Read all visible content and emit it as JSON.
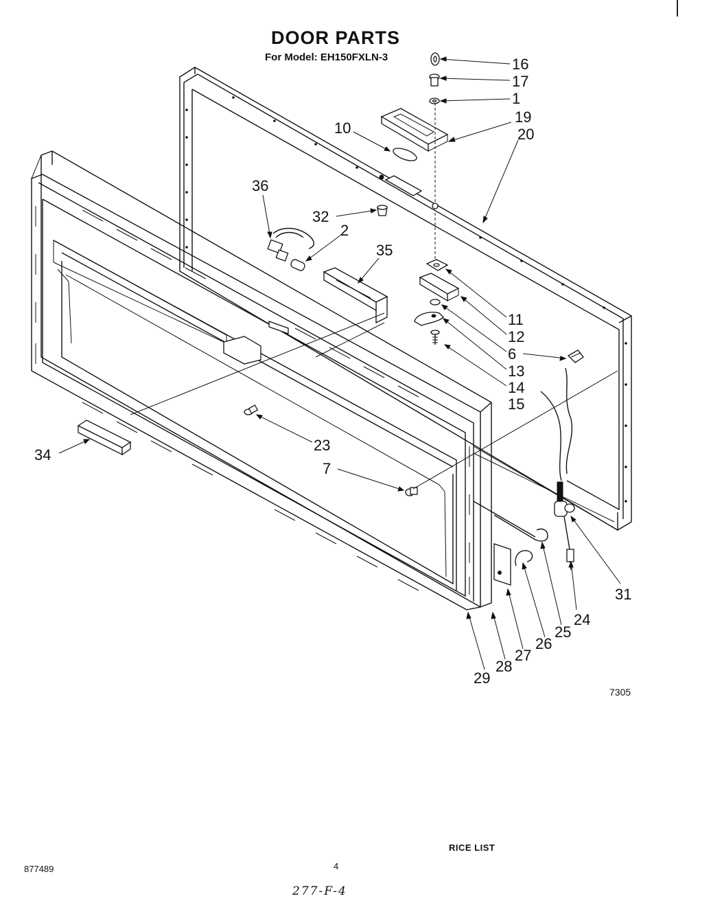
{
  "title": "DOOR PARTS",
  "model_label": "For Model: EH150FXLN-3",
  "drawing_code": "7305",
  "price_list_label": "RICE LIST",
  "document_number": "877489",
  "page_number": "4",
  "handwritten_reference": "277-F-4",
  "callouts": {
    "c16": "16",
    "c17": "17",
    "c1": "1",
    "c19": "19",
    "c20": "20",
    "c10": "10",
    "c36": "36",
    "c32": "32",
    "c2": "2",
    "c35": "35",
    "c11": "11",
    "c12": "12",
    "c6": "6",
    "c13": "13",
    "c14": "14",
    "c15": "15",
    "c23": "23",
    "c34": "34",
    "c7": "7",
    "c31": "31",
    "c24": "24",
    "c25": "25",
    "c26": "26",
    "c27": "27",
    "c28": "28",
    "c29": "29"
  }
}
